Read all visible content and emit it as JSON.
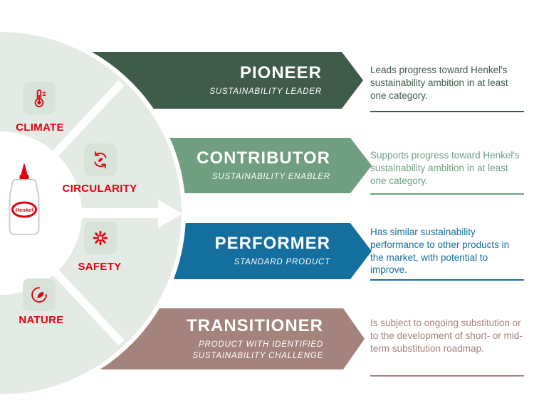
{
  "brand": {
    "name": "Henkel",
    "color": "#e1000f",
    "bottle_label": "Henkel"
  },
  "wheel": {
    "background": "#e4ebe4",
    "categories": [
      {
        "label": "CLIMATE",
        "icon": "thermometer-icon"
      },
      {
        "label": "CIRCULARITY",
        "icon": "recycle-leaf-icon"
      },
      {
        "label": "SAFETY",
        "icon": "flower-icon"
      },
      {
        "label": "NATURE",
        "icon": "leaf-circle-icon"
      }
    ]
  },
  "tiers": [
    {
      "id": "pioneer",
      "title": "PIONEER",
      "subtitle": "SUSTAINABILITY LEADER",
      "description": "Leads progress toward Henkel's sustainability ambition in at least one category.",
      "color": "#3f5c4b"
    },
    {
      "id": "contributor",
      "title": "CONTRIBUTOR",
      "subtitle": "SUSTAINABILITY ENABLER",
      "description": "Supports progress toward Henkel's sustainability ambition in at least one category.",
      "color": "#6f9e81"
    },
    {
      "id": "performer",
      "title": "PERFORMER",
      "subtitle": "STANDARD PRODUCT",
      "description": "Has similar sustainability performance to other products in the market, with potential to improve.",
      "color": "#156f9e"
    },
    {
      "id": "transitioner",
      "title": "TRANSITIONER",
      "subtitle": "PRODUCT WITH IDENTIFIED SUSTAINABILITY CHALLENGE",
      "description": "Is subject to ongoing substitution or to the development of short- or mid-term substitution roadmap.",
      "color": "#a3837b"
    }
  ]
}
